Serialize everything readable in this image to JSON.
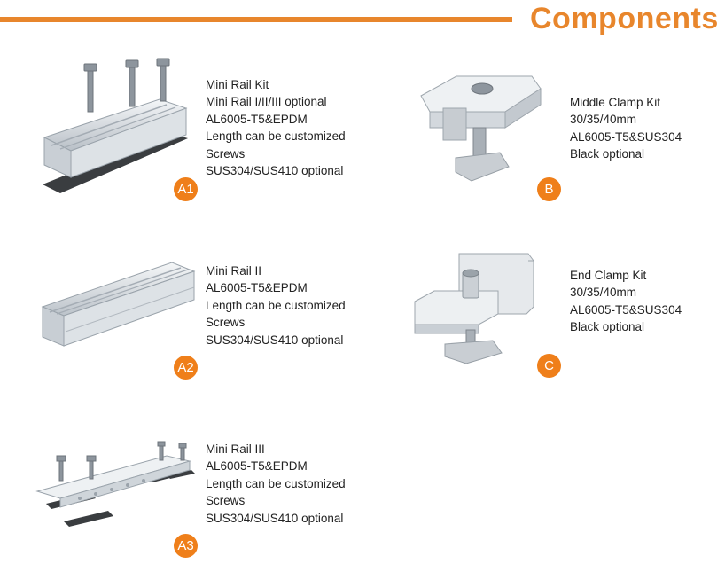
{
  "header": {
    "title": "Components",
    "accent_color": "#e8862c"
  },
  "items": [
    {
      "badge": "A1",
      "lines": [
        "Mini Rail Kit",
        "Mini Rail I/II/III optional",
        "AL6005-T5&EPDM",
        "Length can be customized",
        "Screws",
        "SUS304/SUS410 optional"
      ]
    },
    {
      "badge": "A2",
      "lines": [
        "Mini Rail II",
        "AL6005-T5&EPDM",
        "Length can be customized",
        "Screws",
        "SUS304/SUS410 optional"
      ]
    },
    {
      "badge": "A3",
      "lines": [
        "Mini Rail III",
        "AL6005-T5&EPDM",
        "Length can be customized",
        "Screws",
        "SUS304/SUS410 optional"
      ]
    },
    {
      "badge": "B",
      "lines": [
        "Middle Clamp Kit",
        "30/35/40mm",
        "AL6005-T5&SUS304",
        "Black optional"
      ]
    },
    {
      "badge": "C",
      "lines": [
        "End Clamp Kit",
        "30/35/40mm",
        "AL6005-T5&SUS304",
        "Black optional"
      ]
    }
  ]
}
